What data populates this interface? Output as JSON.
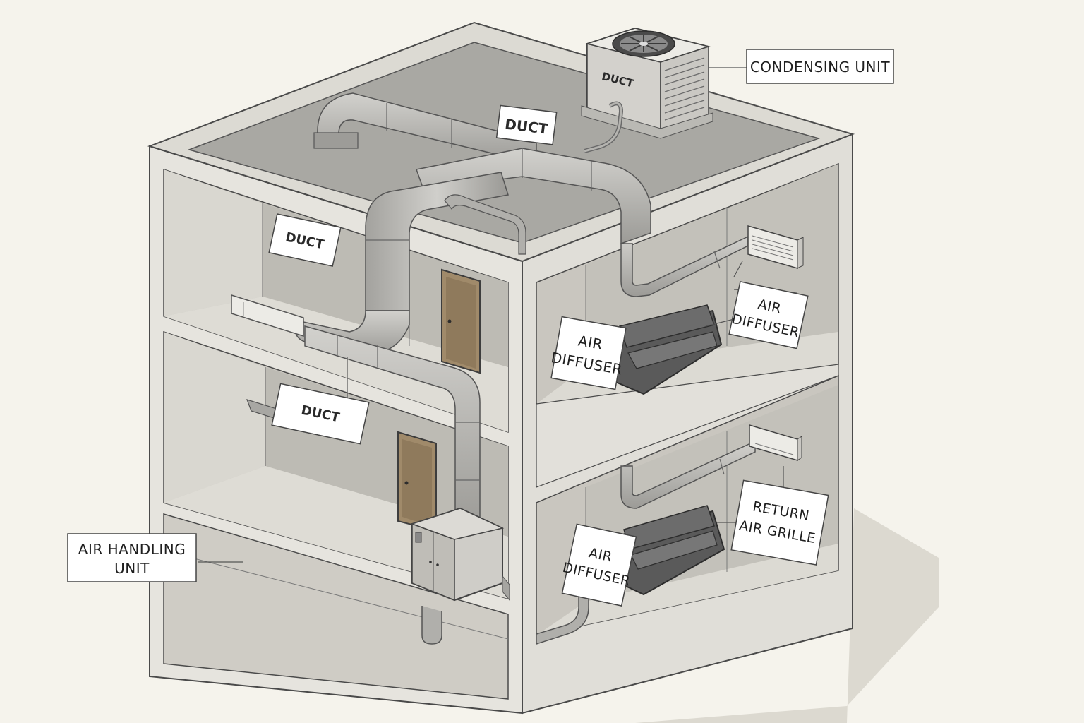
{
  "labels": {
    "condensing_unit": "CONDENSING UNIT",
    "unit_duct": "DUCT",
    "roof_duct": "DUCT",
    "upper_duct": "DUCT",
    "lower_duct": "DUCT",
    "upper_diffuser_left": [
      "AIR",
      "DIFFUSER"
    ],
    "upper_diffuser_right": [
      "AIR",
      "DIFFUSER"
    ],
    "lower_diffuser": [
      "AIR",
      "DIFFUSER"
    ],
    "return_grille": [
      "RETURN",
      "AIR GRILLE"
    ],
    "air_handling_unit": [
      "AIR HANDLING",
      "UNIT"
    ]
  },
  "colors": {
    "background": "#f5f3ec",
    "wall_light": "#e4e2dc",
    "wall_mid": "#cfccc4",
    "roof": "#a9a8a3",
    "duct": "#b9b8b4",
    "duct_dark": "#8f8e8a",
    "door": "#a08a6a",
    "sofa": "#5a5a5a",
    "outline": "#4a4a4a"
  }
}
